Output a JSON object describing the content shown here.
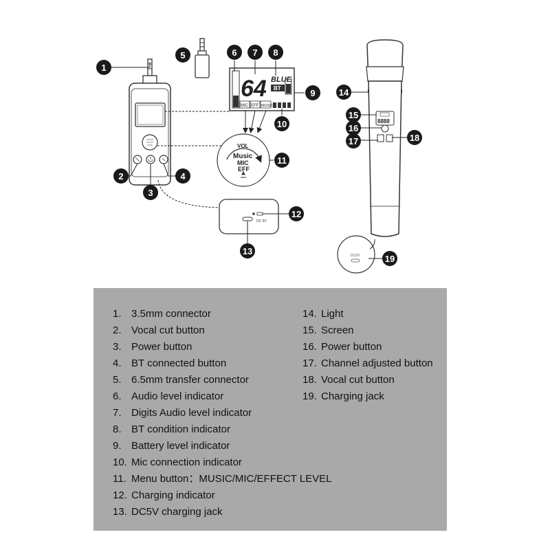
{
  "callouts": [
    "1",
    "2",
    "3",
    "4",
    "5",
    "6",
    "7",
    "8",
    "9",
    "10",
    "11",
    "12",
    "13",
    "14",
    "15",
    "16",
    "17",
    "18",
    "19"
  ],
  "lcd": {
    "digits": "64",
    "blue": "BLUE",
    "bt": "BT",
    "mic": "MIC",
    "eff": "EFF",
    "music": "MUSIC"
  },
  "menu_dial": {
    "vol": "VOL",
    "music": "Music",
    "mic": "MIC",
    "eff": "EFF"
  },
  "charging_box": {
    "dc5v": "DC 5V"
  },
  "mic_screen": {
    "digits": "8888"
  },
  "mic_jack_label": "DC5V",
  "legend": {
    "left": [
      {
        "num": "1.",
        "text": "3.5mm connector"
      },
      {
        "num": "2.",
        "text": "Vocal cut button"
      },
      {
        "num": "3.",
        "text": "Power button"
      },
      {
        "num": "4.",
        "text": "BT connected button"
      },
      {
        "num": "5.",
        "text": "6.5mm transfer connector"
      },
      {
        "num": "6.",
        "text": "Audio level indicator"
      },
      {
        "num": "7.",
        "text": "Digits Audio level indicator"
      },
      {
        "num": "8.",
        "text": "BT condition indicator"
      },
      {
        "num": "9.",
        "text": "Battery level indicator"
      },
      {
        "num": "10.",
        "text": "Mic connection indicator"
      },
      {
        "num": "11.",
        "text": "Menu button：MUSIC/MIC/EFFECT LEVEL"
      },
      {
        "num": "12.",
        "text": "Charging indicator"
      },
      {
        "num": "13.",
        "text": "DC5V charging jack"
      }
    ],
    "right": [
      {
        "num": "14.",
        "text": "Light"
      },
      {
        "num": "15.",
        "text": "Screen"
      },
      {
        "num": "16.",
        "text": "Power button"
      },
      {
        "num": "17.",
        "text": "Channel adjusted button"
      },
      {
        "num": "18.",
        "text": "Vocal cut button"
      },
      {
        "num": "19.",
        "text": "Charging jack"
      }
    ]
  }
}
